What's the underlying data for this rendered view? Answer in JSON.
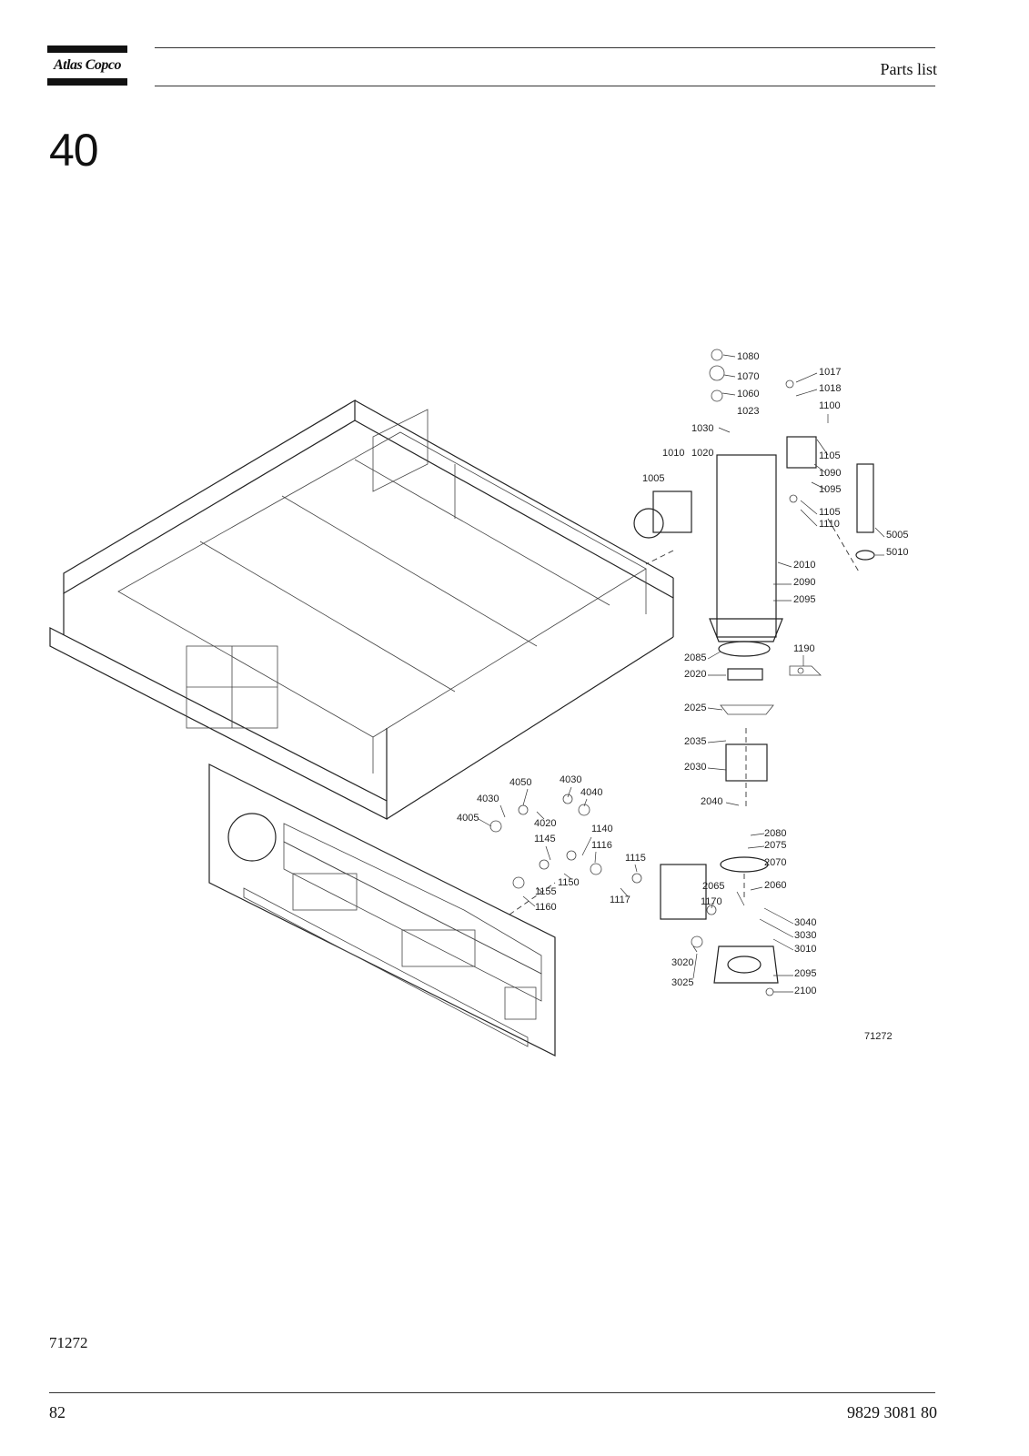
{
  "header": {
    "brand": "Atlas Copco",
    "title": "Parts list"
  },
  "section_number": "40",
  "drawing": {
    "drawing_number": "71272",
    "callouts": [
      "1080",
      "1070",
      "1060",
      "1023",
      "1030",
      "1017",
      "1018",
      "1100",
      "1010",
      "1020",
      "1105",
      "1090",
      "1095",
      "1005",
      "1105",
      "1110",
      "5005",
      "5010",
      "2010",
      "2090",
      "2095",
      "2085",
      "1190",
      "2020",
      "2025",
      "2035",
      "2030",
      "2040",
      "4050",
      "4030",
      "4030",
      "4040",
      "4005",
      "4020",
      "1145",
      "1140",
      "1116",
      "1115",
      "2080",
      "2075",
      "2070",
      "1150",
      "1155",
      "1160",
      "1117",
      "2065",
      "2060",
      "1170",
      "3040",
      "3030",
      "3010",
      "3020",
      "3025",
      "2095",
      "2100"
    ]
  },
  "figure_reference": "71272",
  "footer": {
    "page_number": "82",
    "document_number": "9829 3081 80"
  }
}
